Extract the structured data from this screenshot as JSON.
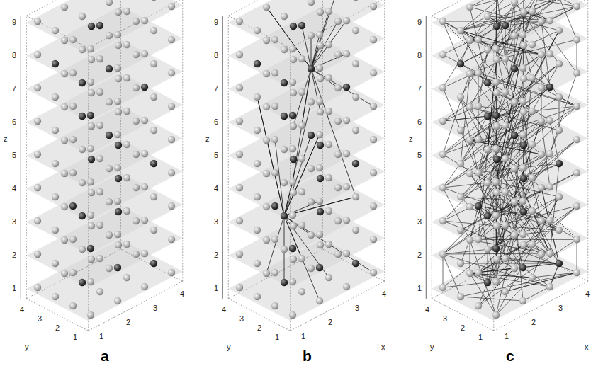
{
  "diagram": {
    "labels": [
      "9",
      "8",
      "7",
      "6",
      "5",
      "4",
      "3",
      "2",
      "1",
      "z",
      "4",
      "3",
      "2",
      "1",
      "y",
      "1",
      "2",
      "3",
      "4",
      "9",
      "8",
      "7",
      "6",
      "5",
      "4",
      "3",
      "2",
      "1",
      "z",
      "4",
      "3",
      "2",
      "1",
      "y",
      "1",
      "2",
      "3",
      "4",
      "x",
      "9",
      "8",
      "7",
      "6",
      "5",
      "4",
      "3",
      "2",
      "1",
      "z",
      "4",
      "3",
      "2",
      "1",
      "y",
      "1",
      "2",
      "3",
      "4",
      "x",
      "a",
      "b",
      "c"
    ]
  }
}
